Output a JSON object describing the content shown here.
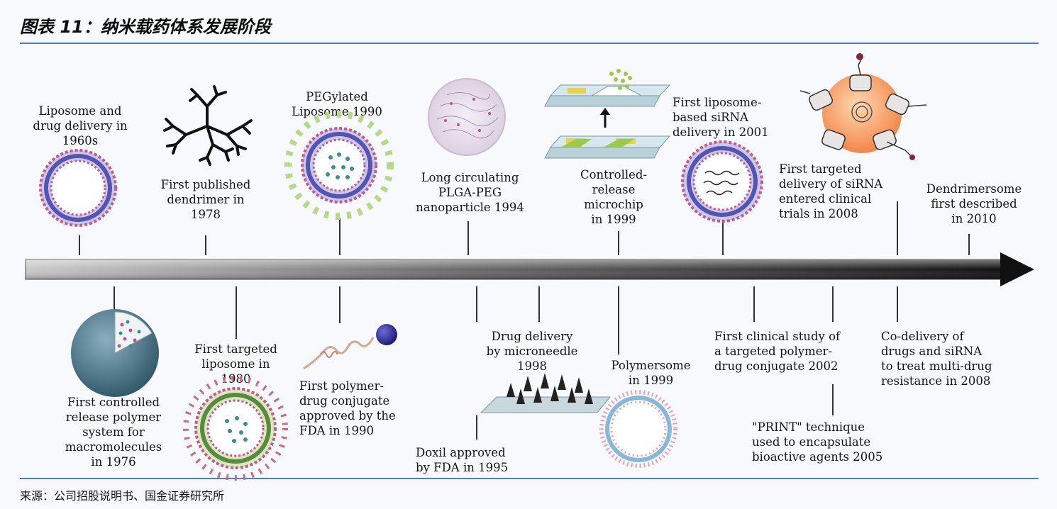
{
  "header": {
    "title": "图表 11：纳米载药体系发展阶段"
  },
  "footer": {
    "source": "来源：公司招股说明书、国金证券研究所"
  },
  "colors": {
    "rule": "#4a7fb8",
    "arrow_dark": "#111111",
    "arrow_light": "#c8c8c8",
    "lipid_head": "#c45a8a",
    "lipid_tail": "#5555b0"
  },
  "events_top": [
    {
      "label": "Liposome and\ndrug delivery in\n1960s",
      "icon": "liposome-icon"
    },
    {
      "label": "First published\ndendrimer in\n1978",
      "icon": "dendrimer-icon"
    },
    {
      "label": "PEGylated\nLiposome 1990",
      "icon": "pegylated-liposome-icon"
    },
    {
      "label": "Long circulating\nPLGA-PEG\nnanoparticle 1994",
      "icon": "nanoparticle-icon"
    },
    {
      "label": "Controlled-\nrelease\nmicrochip\nin 1999",
      "icon": "microchip-icon"
    },
    {
      "label": "First liposome-\nbased siRNA\ndelivery in 2001",
      "icon": "sirna-liposome-icon"
    },
    {
      "label": "First targeted\ndelivery of siRNA\nentered clinical\ntrials in 2008",
      "icon": "targeted-nanoparticle-icon"
    },
    {
      "label": "Dendrimersome\nfirst described\nin 2010"
    }
  ],
  "events_bottom": [
    {
      "label": "First controlled\nrelease polymer\nsystem for\nmacromolecules\nin 1976",
      "icon": "polymer-sphere-icon"
    },
    {
      "label": "First targeted\nliposome in\n1980",
      "icon": "targeted-liposome-icon"
    },
    {
      "label": "First polymer-\ndrug conjugate\napproved by the\nFDA in 1990",
      "icon": "polymer-conjugate-icon"
    },
    {
      "label": "Drug delivery\nby microneedle\n1998",
      "icon": "microneedle-icon"
    },
    {
      "label": "Doxil approved\nby FDA in 1995"
    },
    {
      "label": "Polymersome\nin 1999",
      "icon": "polymersome-icon"
    },
    {
      "label": "First clinical study of\na targeted polymer-\ndrug conjugate 2002"
    },
    {
      "label": "\"PRINT\" technique\nused to encapsulate\nbioactive agents 2005"
    },
    {
      "label": "Co-delivery of\ndrugs and siRNA\nto treat multi-drug\nresistance in 2008"
    }
  ]
}
